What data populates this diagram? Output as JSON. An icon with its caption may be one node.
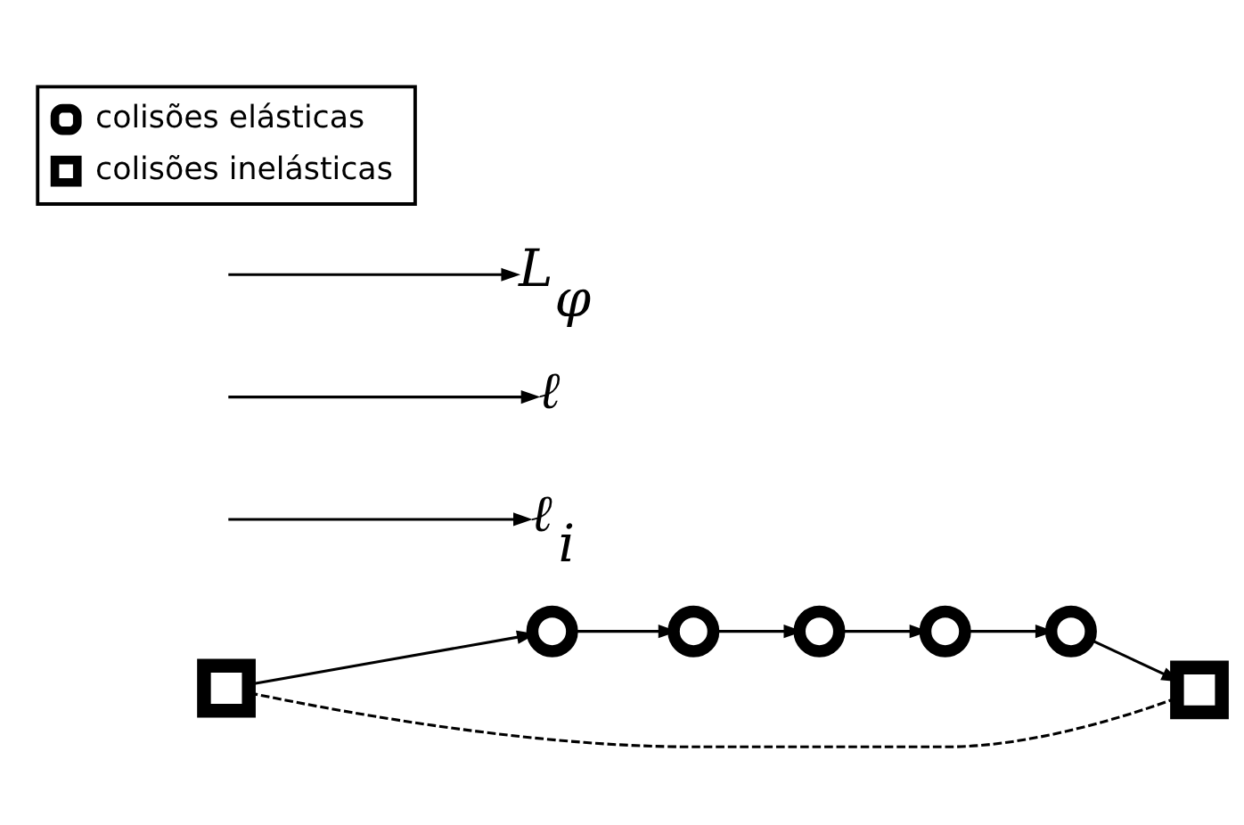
{
  "diagram": {
    "nodes": [
      {
        "text": [],
        "shape": "box"
      },
      {
        "text": [],
        "shape": "circle"
      },
      {
        "text": [],
        "shape": "circle"
      },
      {
        "text": [],
        "shape": "circle"
      },
      {
        "text": [],
        "shape": "circle"
      },
      {
        "text": [],
        "shape": "circle"
      },
      {
        "text": [],
        "shape": "box"
      },
      {
        "text": [
          "ℓ$_{i}$"
        ]
      },
      {
        "text": [
          "ℓ"
        ]
      },
      {
        "text": [
          "L$_{φ}$"
        ]
      }
    ],
    "edges": [
      {
        "from": 0,
        "to": 1,
        "arrow": "to"
      },
      {
        "from": 1,
        "to": 2,
        "arrow": "to"
      },
      {
        "from": 2,
        "to": 3,
        "arrow": "to"
      },
      {
        "from": 3,
        "to": 4,
        "arrow": "to"
      },
      {
        "from": 4,
        "to": 5,
        "arrow": "to"
      },
      {
        "from": 5,
        "to": 6,
        "arrow": "to"
      },
      {
        "from": 0,
        "to": 6,
        "arrow": "none",
        "style": "dashed"
      },
      {
        "from": null,
        "to": 7,
        "arrow": "to"
      },
      {
        "from": null,
        "to": 8,
        "arrow": "to"
      },
      {
        "from": null,
        "to": 9,
        "arrow": "to"
      }
    ],
    "legend": [
      {
        "text": "colisões elásticas"
      },
      {
        "text": "colisões inelásticas"
      }
    ]
  }
}
